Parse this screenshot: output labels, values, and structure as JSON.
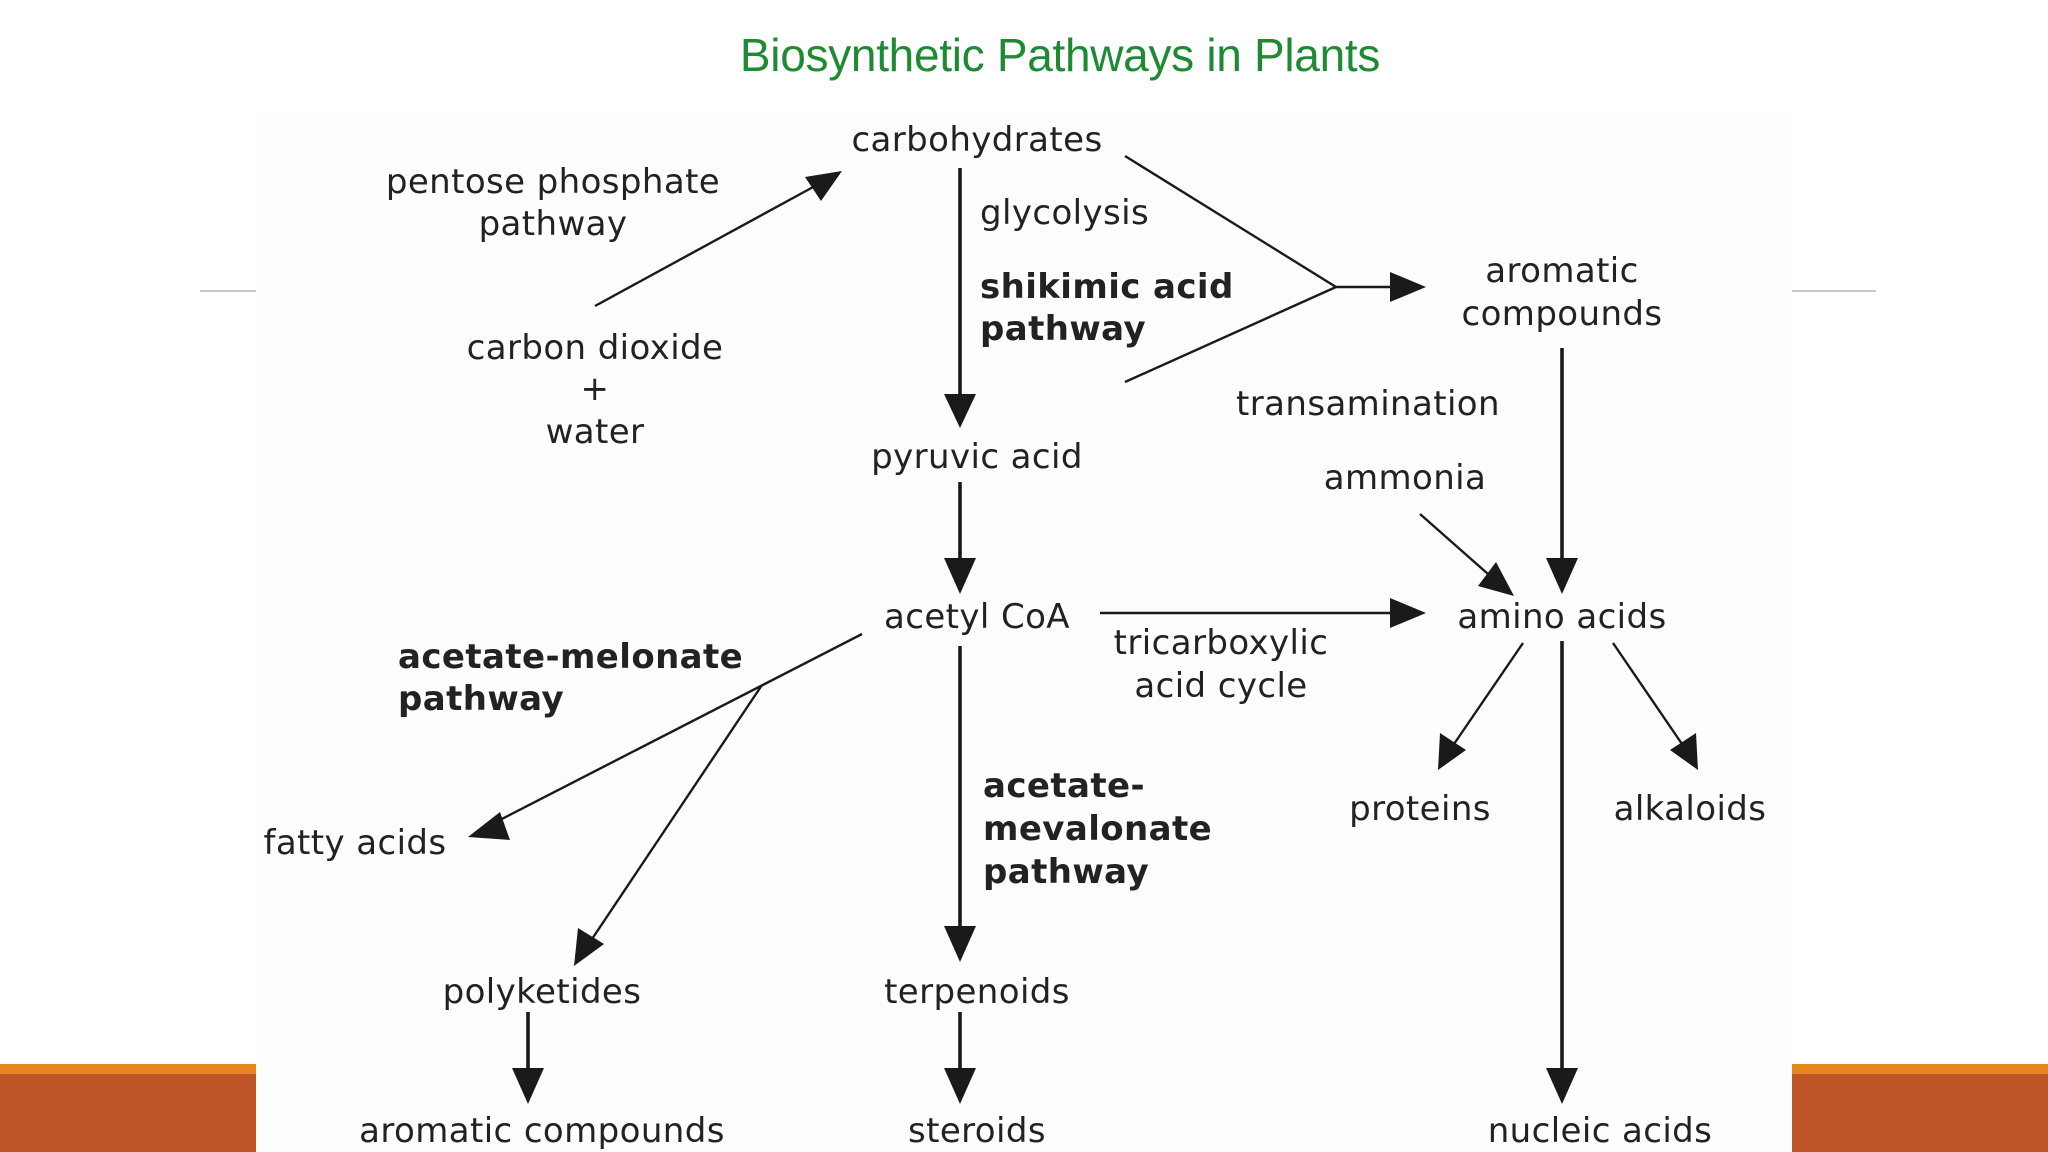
{
  "slide": {
    "title": "Biosynthetic Pathways in Plants",
    "colors": {
      "title": "#1e8a34",
      "band": "#bd5528",
      "band_accent": "#e8861e"
    }
  },
  "diagram": {
    "nodes": {
      "carbohydrates": "carbohydrates",
      "carbon_dioxide": [
        "carbon dioxide",
        "+",
        "water"
      ],
      "aromatic_compounds_top": [
        "aromatic",
        "compounds"
      ],
      "pyruvic_acid": "pyruvic acid",
      "acetyl_coa": "acetyl CoA",
      "amino_acids": "amino acids",
      "ammonia": "ammonia",
      "fatty_acids": "fatty acids",
      "polyketides": "polyketides",
      "terpenoids": "terpenoids",
      "proteins": "proteins",
      "alkaloids": "alkaloids",
      "aromatic_compounds_bottom": "aromatic compounds",
      "steroids": "steroids",
      "nucleic_acids": "nucleic acids"
    },
    "pathways": {
      "pentose_phosphate": [
        "pentose phosphate",
        "pathway"
      ],
      "glycolysis": "glycolysis",
      "shikimic_acid": [
        "shikimic acid",
        "pathway"
      ],
      "transamination": "transamination",
      "acetate_melonate": [
        "acetate-melonate",
        "pathway"
      ],
      "tricarboxylic": [
        "tricarboxylic",
        "acid cycle"
      ],
      "acetate_mevalonate": [
        "acetate-",
        "mevalonate",
        "pathway"
      ]
    }
  }
}
